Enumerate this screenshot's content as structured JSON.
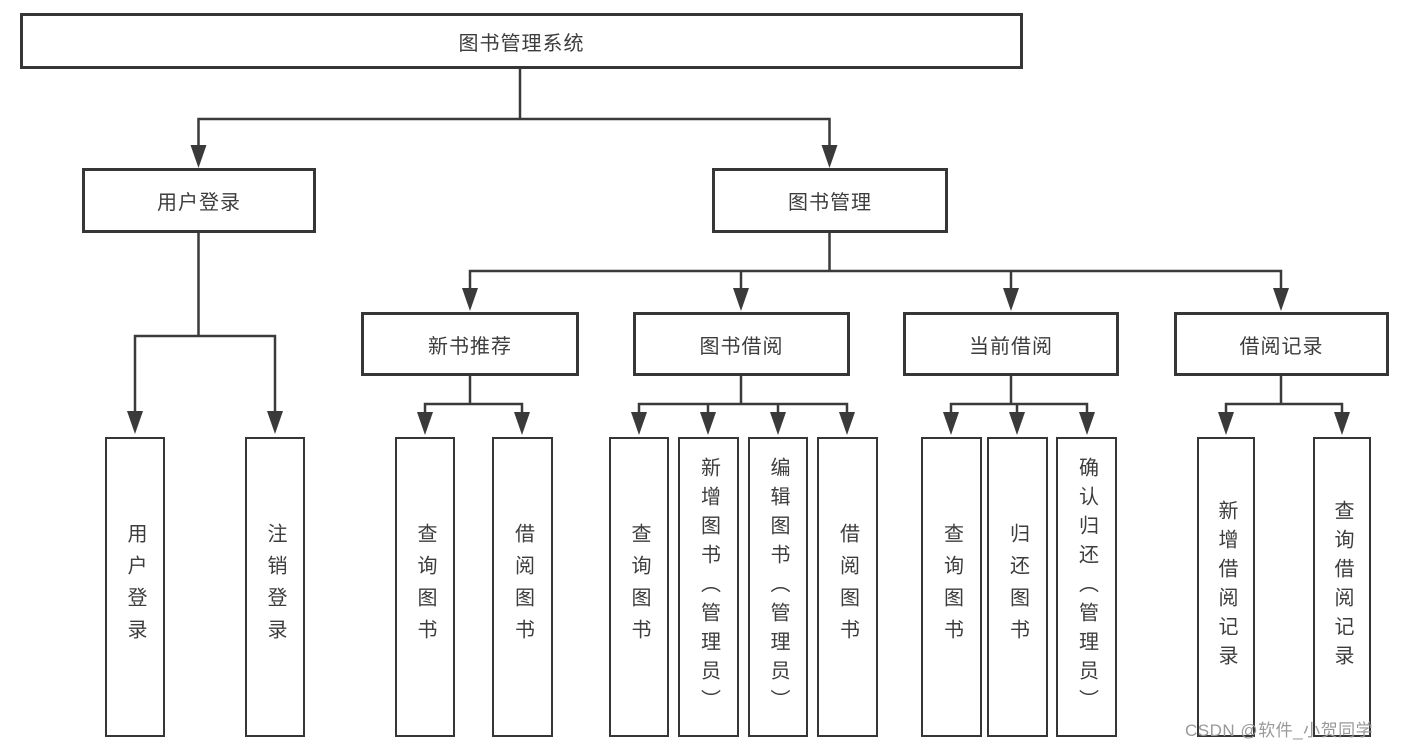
{
  "diagram_type": "hierarchy-tree",
  "colors": {
    "line": "#3a3a3a",
    "box_border": "#363636",
    "text": "#3d3d3d",
    "background": "#ffffff",
    "watermark": "#999999"
  },
  "tree": {
    "label": "图书管理系统",
    "children": [
      {
        "label": "用户登录",
        "children": [
          {
            "label": "用户登录"
          },
          {
            "label": "注销登录"
          }
        ]
      },
      {
        "label": "图书管理",
        "children": [
          {
            "label": "新书推荐",
            "children": [
              {
                "label": "查询图书"
              },
              {
                "label": "借阅图书"
              }
            ]
          },
          {
            "label": "图书借阅",
            "children": [
              {
                "label": "查询图书"
              },
              {
                "label": "新增图书（管理员）"
              },
              {
                "label": "编辑图书（管理员）"
              },
              {
                "label": "借阅图书"
              }
            ]
          },
          {
            "label": "当前借阅",
            "children": [
              {
                "label": "查询图书"
              },
              {
                "label": "归还图书"
              },
              {
                "label": "确认归还（管理员）"
              }
            ]
          },
          {
            "label": "借阅记录",
            "children": [
              {
                "label": "新增借阅记录"
              },
              {
                "label": "查询借阅记录"
              }
            ]
          }
        ]
      }
    ]
  },
  "watermark": "CSDN @软件_小贺同学"
}
